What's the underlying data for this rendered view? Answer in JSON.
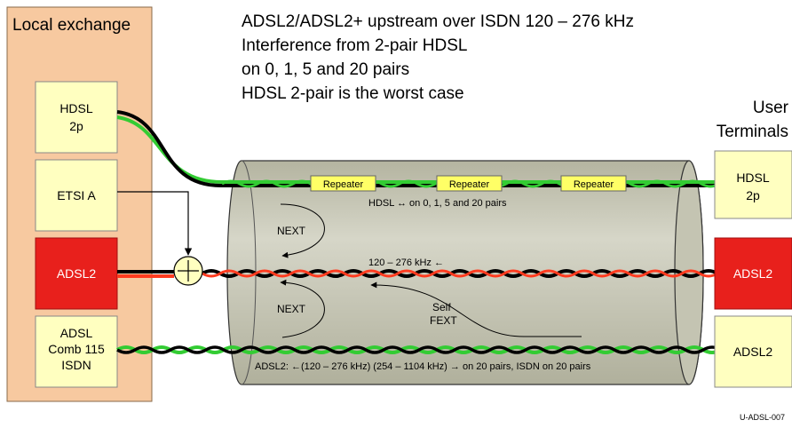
{
  "title_lines": [
    "ADSL2/ADSL2+ upstream over ISDN 120 – 276 kHz",
    "Interference from 2-pair HDSL",
    "on 0, 1, 5 and 20 pairs",
    "HDSL 2-pair is the worst case"
  ],
  "exchange": {
    "title": "Local exchange",
    "boxes": {
      "hdsl": [
        "HDSL",
        "2p"
      ],
      "etsi": "ETSI A",
      "adsl2": "ADSL2",
      "combo": [
        "ADSL",
        "Comb 115",
        "ISDN"
      ]
    }
  },
  "user": {
    "title_lines": [
      "User",
      "Terminals"
    ],
    "boxes": {
      "hdsl": [
        "HDSL",
        "2p"
      ],
      "adsl2_red": "ADSL2",
      "adsl2_yellow": "ADSL2"
    }
  },
  "cable": {
    "repeaters": [
      "Repeater",
      "Repeater",
      "Repeater"
    ],
    "hdsl_note": "HDSL ↔ on 0, 1, 5 and 20 pairs",
    "freq_label": "120 – 276 kHz ←",
    "next_labels": [
      "NEXT",
      "NEXT"
    ],
    "self_fext": [
      "Self",
      "FEXT"
    ],
    "bottom_note": "ADSL2: ←(120 – 276 kHz) (254 – 1104 kHz) → on 20 pairs, ISDN on 20 pairs"
  },
  "ref_code": "U-ADSL-007",
  "colors": {
    "exchange_fill": "#f7c9a0",
    "box_yellow": "#ffffc0",
    "box_red": "#e8201c",
    "cable_fill": "#c8c8b8",
    "repeater_fill": "#ffff66",
    "wire_green": "#33cc33",
    "wire_red": "#ff3b1f",
    "wire_black": "#000000"
  }
}
